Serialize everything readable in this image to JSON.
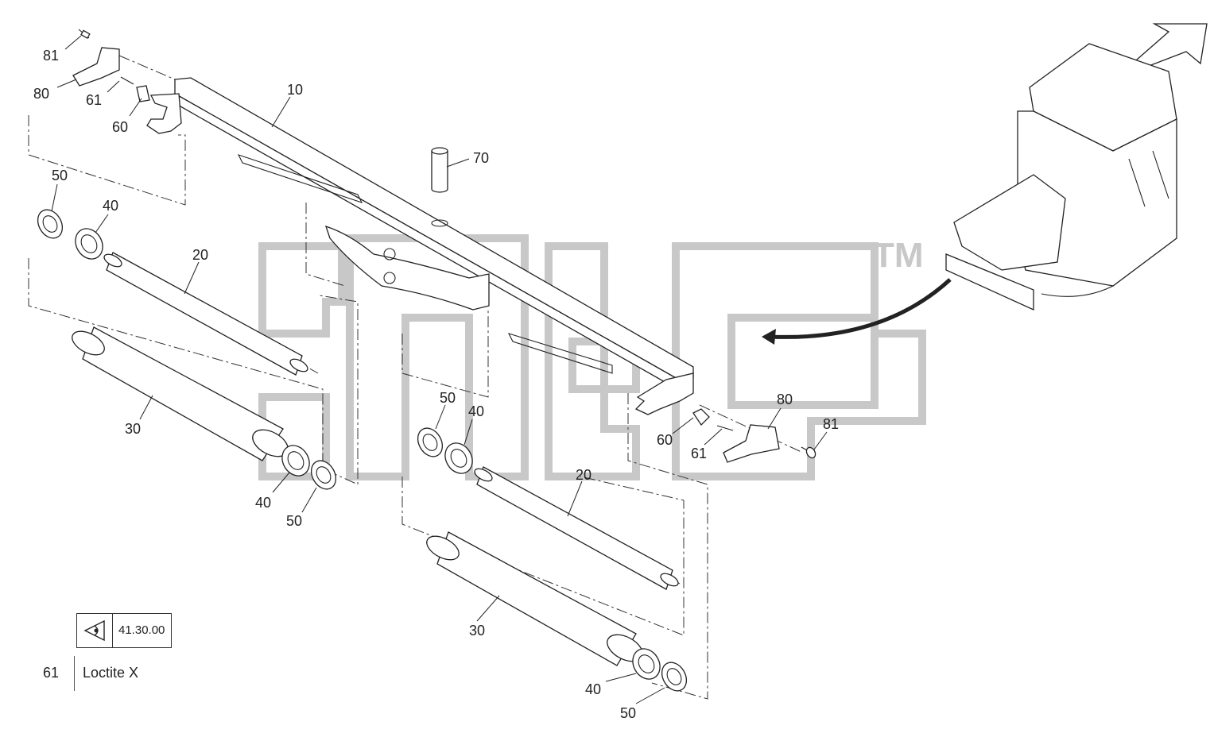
{
  "callouts": [
    {
      "id": "c81a",
      "text": "81"
    },
    {
      "id": "c80a",
      "text": "80"
    },
    {
      "id": "c61a",
      "text": "61"
    },
    {
      "id": "c60a",
      "text": "60"
    },
    {
      "id": "c10",
      "text": "10"
    },
    {
      "id": "c70",
      "text": "70"
    },
    {
      "id": "c50a",
      "text": "50"
    },
    {
      "id": "c40a",
      "text": "40"
    },
    {
      "id": "c20a",
      "text": "20"
    },
    {
      "id": "c30a",
      "text": "30"
    },
    {
      "id": "c40b",
      "text": "40"
    },
    {
      "id": "c50b",
      "text": "50"
    },
    {
      "id": "c50c",
      "text": "50"
    },
    {
      "id": "c40c",
      "text": "40"
    },
    {
      "id": "c20b",
      "text": "20"
    },
    {
      "id": "c30b",
      "text": "30"
    },
    {
      "id": "c40d",
      "text": "40"
    },
    {
      "id": "c50d",
      "text": "50"
    },
    {
      "id": "c60b",
      "text": "60"
    },
    {
      "id": "c61b",
      "text": "61"
    },
    {
      "id": "c80b",
      "text": "80"
    },
    {
      "id": "c81b",
      "text": "81"
    }
  ],
  "reference": {
    "code": "41.30.00",
    "icon": "eye-view-icon"
  },
  "note": {
    "item": "61",
    "text": "Loctite X"
  },
  "watermark": {
    "trademark": "TM"
  },
  "colors": {
    "line": "#222222",
    "watermark": "#c8c8c8",
    "background": "#ffffff"
  }
}
